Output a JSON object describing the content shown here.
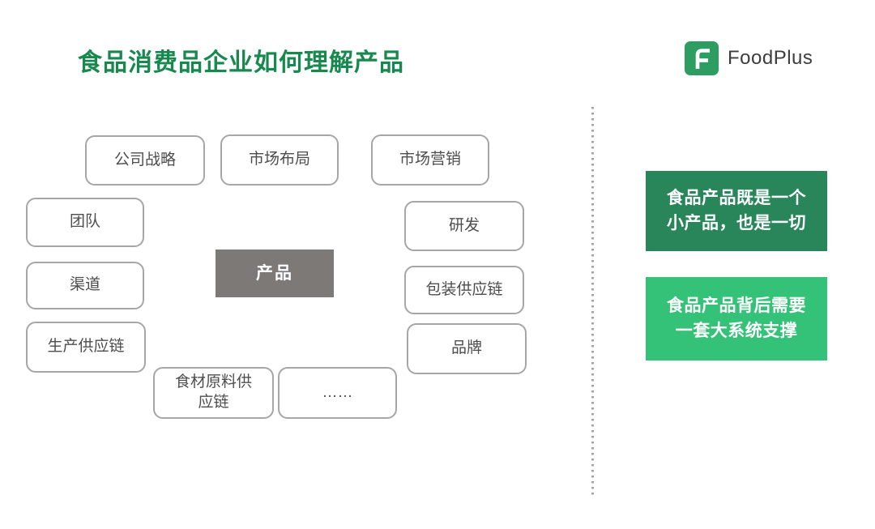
{
  "title": "食品消费品企业如何理解产品",
  "logo": {
    "brand": "FoodPlus"
  },
  "diagram": {
    "nodes": [
      {
        "label": "公司战略"
      },
      {
        "label": "市场布局"
      },
      {
        "label": "市场营销"
      },
      {
        "label": "团队"
      },
      {
        "label": "研发"
      },
      {
        "label": "渠道"
      },
      {
        "label": "包装供应链"
      },
      {
        "label": "生产供应链"
      },
      {
        "label": "品牌"
      },
      {
        "label": "食材原料供\n应链"
      },
      {
        "label": "……"
      }
    ],
    "center": {
      "label": "产品"
    }
  },
  "callouts": [
    {
      "text": "食品产品既是一个\n小产品，也是一切"
    },
    {
      "text": "食品产品背后需要\n一套大系统支撑"
    }
  ],
  "colors": {
    "title_green": "#17884e",
    "logo_green": "#2e9d62",
    "callout_dark_green": "#28865a",
    "callout_light_green": "#34c178",
    "center_gray": "#7d7977",
    "node_border": "#a6a6a6"
  }
}
